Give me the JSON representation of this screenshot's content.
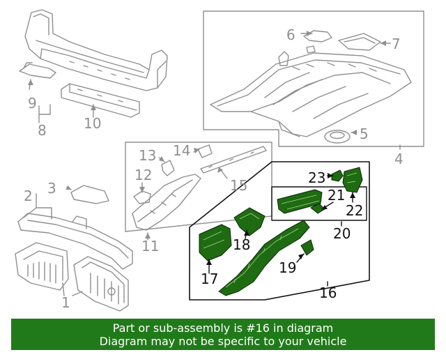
{
  "callouts": {
    "c1": "1",
    "c2": "2",
    "c3": "3",
    "c4": "4",
    "c5": "5",
    "c6": "6",
    "c7": "7",
    "c8": "8",
    "c9": "9",
    "c10": "10",
    "c11": "11",
    "c12": "12",
    "c13": "13",
    "c14": "14",
    "c15": "15",
    "c16": "16",
    "c17": "17",
    "c18": "18",
    "c19": "19",
    "c20": "20",
    "c21": "21",
    "c22": "22",
    "c23": "23"
  },
  "footer": {
    "line1": "Part or sub-assembly is #16 in diagram",
    "line2": "Diagram may not be specific to your vehicle"
  },
  "colors": {
    "highlight_part": "#1f6b12",
    "outline_grey": "#8f8f8f",
    "banner": "#217a1a"
  }
}
